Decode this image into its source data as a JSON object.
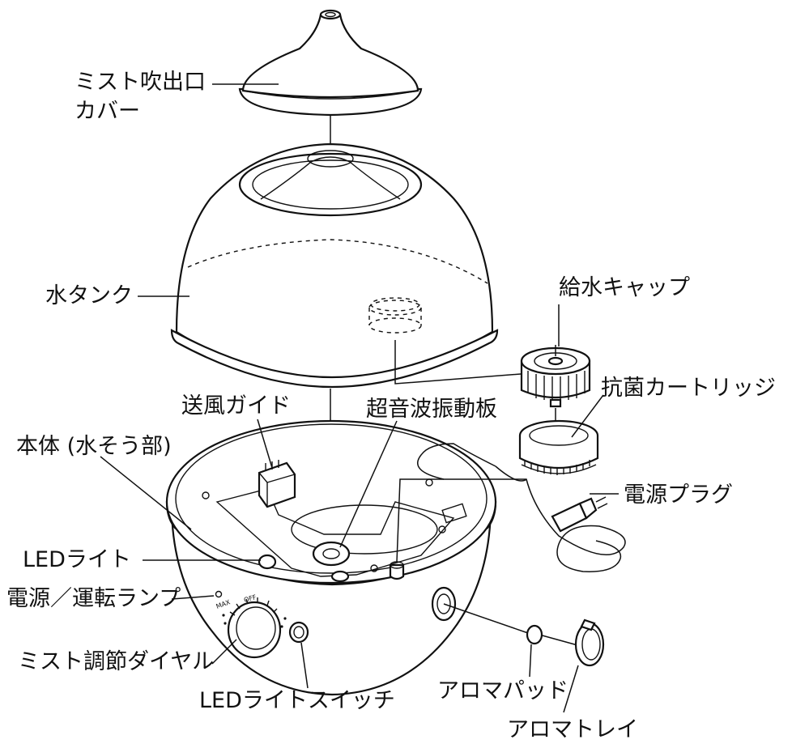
{
  "labels": {
    "mist_outlet_cover_line1": "ミスト吹出口",
    "mist_outlet_cover_line2": "カバー",
    "water_tank": "水タンク",
    "water_supply_cap": "給水キャップ",
    "antibacterial_cartridge": "抗菌カートリッジ",
    "air_guide": "送風ガイド",
    "ultrasonic_plate": "超音波振動板",
    "body_water_part": "本体 (水そう部)",
    "power_plug": "電源プラグ",
    "led_light": "LEDライト",
    "power_run_lamp": "電源／運転ランプ",
    "mist_dial": "ミスト調節ダイヤル",
    "led_light_switch": "LEDライトスイッチ",
    "aroma_pad": "アロマパッド",
    "aroma_tray": "アロマトレイ"
  },
  "markings": {
    "max": "MAX",
    "off": "OFF"
  }
}
